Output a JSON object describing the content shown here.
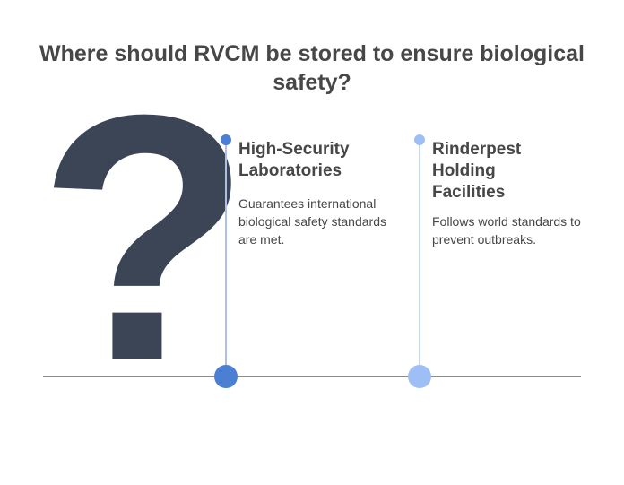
{
  "title": "Where should RVCM be stored to ensure biological safety?",
  "icon": "question-mark-icon",
  "colors": {
    "question_mark": "#3b4556",
    "option1_accent": "#4a7fd4",
    "option1_line": "#a9c0e8",
    "option2_accent": "#9dbff5",
    "option2_line": "#c3d7f7",
    "baseline": "#8c8c8c",
    "text": "#474747"
  },
  "options": [
    {
      "title": "High-Security Laboratories",
      "description": "Guarantees international biological safety standards are met."
    },
    {
      "title": "Rinderpest Holding Facilities",
      "description": "Follows world standards to prevent outbreaks."
    }
  ]
}
